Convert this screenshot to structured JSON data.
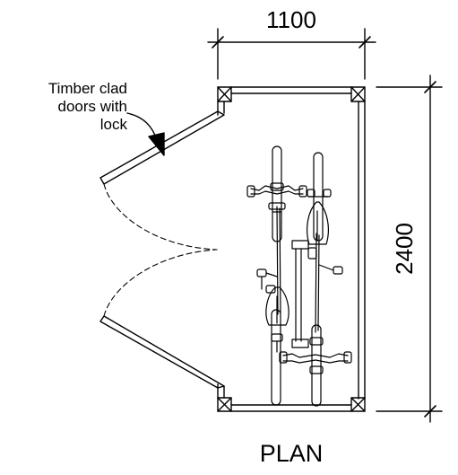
{
  "dimensions": {
    "width_label": "1100",
    "height_label": "2400"
  },
  "annotation": {
    "line1": "Timber clad",
    "line2": "doors with",
    "line3": "lock"
  },
  "caption": "PLAN",
  "colors": {
    "ink": "#000000",
    "paper": "#ffffff"
  }
}
